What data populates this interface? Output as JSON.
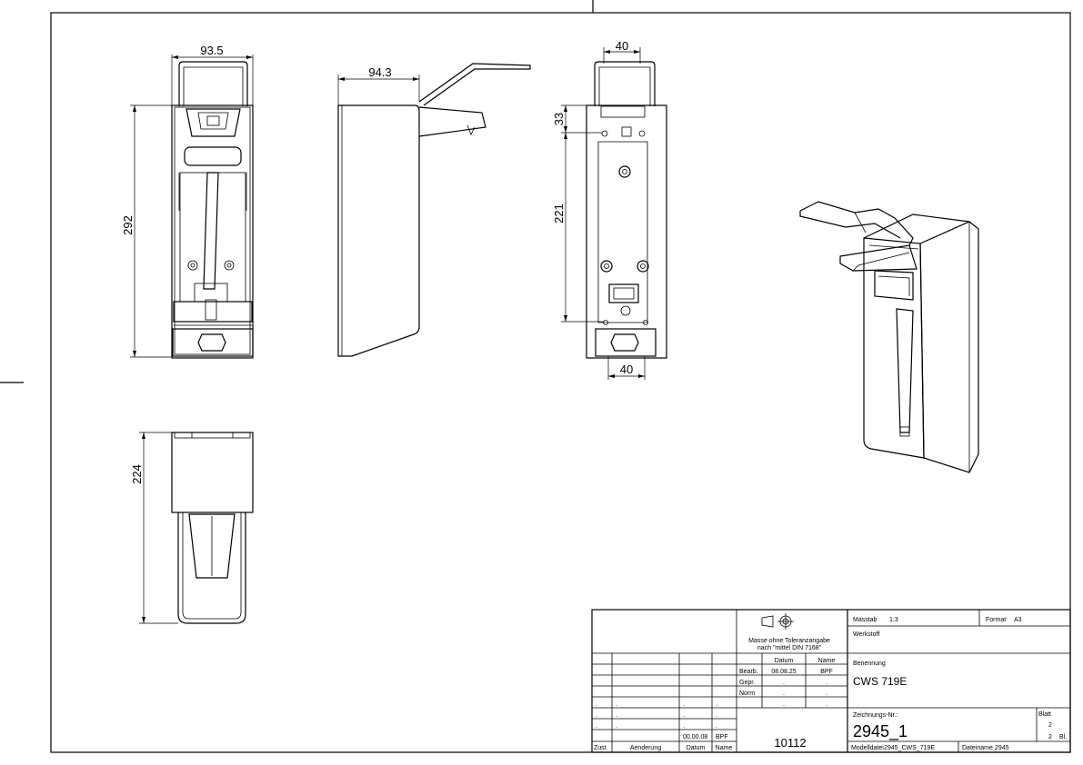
{
  "dimensions": {
    "front_width": "93.5",
    "front_height": "292",
    "side_depth": "94.3",
    "back_top_width": "40",
    "back_offset": "33",
    "back_spacing": "221",
    "back_bottom_width": "40",
    "bottom_depth": "224"
  },
  "title_block": {
    "tolerance_note_1": "Masse ohne Toleranzangabe",
    "tolerance_note_2": "nach \"mittel DIN 7168\"",
    "col_datum": "Datum",
    "col_name": "Name",
    "row_bearb": "Bearb.",
    "row_gepr": "Gepr.",
    "row_norm": "Norm",
    "bearb_date": "08.08.25",
    "bearb_name": "BPF",
    "dot": ".",
    "rev_date": "00.00.08",
    "rev_name": "BPF",
    "footer_zust": "Zust.",
    "footer_aenderung": "Aenderung",
    "footer_datum": "Datum",
    "footer_name": "Name",
    "part_number": "10112",
    "massstab_label": "Masstab",
    "massstab_value": "1:3",
    "format_label": "Format",
    "format_value": "A3",
    "werkstoff_label": "Werkstoff",
    "benennung_label": "Benennung",
    "benennung_value": "CWS 719E",
    "zeichnungs_label": "Zeichnungs-Nr.:",
    "zeichnungs_value": "2945_1",
    "blatt_label": "Blatt",
    "blatt_value": "2",
    "blatt_total": "2",
    "blatt_unit": "Bl.",
    "modelldatei_label": "Modelldatei",
    "modelldatei_value": "2945_CWS_719E",
    "dateiname_label": "Dateiname",
    "dateiname_value": "2945"
  }
}
